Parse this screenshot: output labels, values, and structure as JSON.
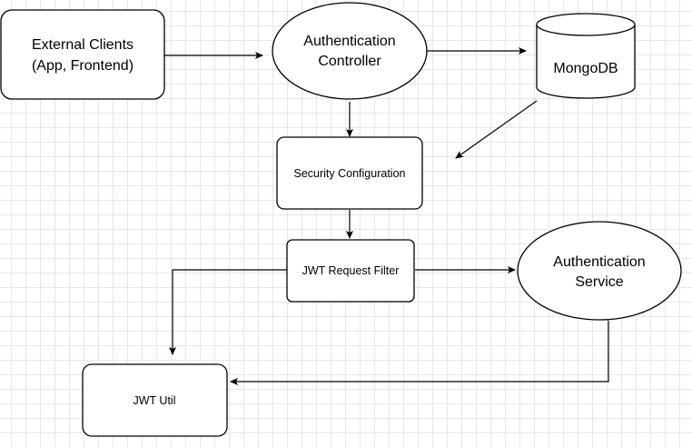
{
  "nodes": {
    "external_clients": {
      "line1": "External Clients",
      "line2": "(App, Frontend)"
    },
    "auth_controller": {
      "line1": "Authentication",
      "line2": "Controller"
    },
    "mongodb": {
      "label": "MongoDB"
    },
    "security_config": {
      "label": "Security Configuration"
    },
    "jwt_filter": {
      "label": "JWT Request Filter"
    },
    "auth_service": {
      "line1": "Authentication",
      "line2": "Service"
    },
    "jwt_util": {
      "label": "JWT Util"
    }
  },
  "colors": {
    "stroke": "#000000",
    "fill": "#ffffff",
    "grid": "#e6e6e6"
  }
}
